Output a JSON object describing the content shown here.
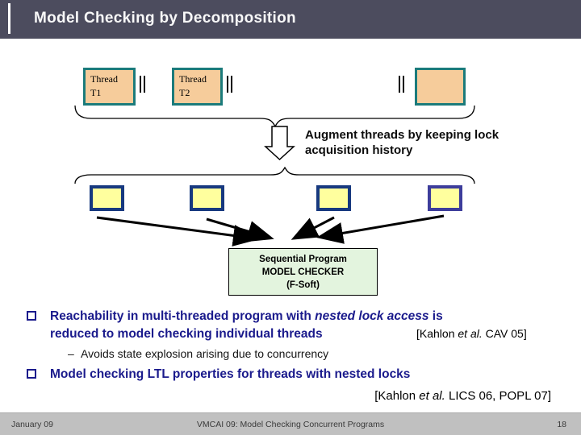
{
  "title": "Model Checking by Decomposition",
  "diagram": {
    "threads": [
      {
        "label": "Thread\nT1"
      },
      {
        "label": "Thread\nT2"
      },
      {
        "label": ""
      }
    ],
    "augment_caption": "Augment threads by keeping lock acquisition history",
    "checker": {
      "line1": "Sequential Program",
      "line2": "MODEL CHECKER",
      "line3": "(F-Soft)"
    }
  },
  "bullets": {
    "b1_line1_pre": "Reachability in multi-threaded program with ",
    "b1_line1_italic": "nested lock access",
    "b1_line1_end": " is",
    "b1_line2": "reduced to model checking individual threads",
    "b1_cite_pre": "[Kahlon ",
    "b1_cite_italic": "et al.",
    "b1_cite_post": " CAV 05]",
    "sub_dash": "–",
    "sub_text": "Avoids state explosion arising due to concurrency",
    "b2_text": "Model checking LTL properties for threads with nested locks",
    "cite2_pre": "[Kahlon ",
    "cite2_italic": "et al.",
    "cite2_post": " LICS 06, POPL 07]"
  },
  "footer": {
    "date": "January 09",
    "center": "VMCAI 09: Model Checking Concurrent Programs",
    "page": "18"
  },
  "colors": {
    "header_bg": "#4C4C5E",
    "thread_fill": "#F6CC9B",
    "thread_border": "#1B7B7B",
    "yellow_fill": "#FFFF9E",
    "yellow_border": "#17397F",
    "yellow_border_last": "#3D3D9B",
    "green_fill": "#E3F4DE",
    "navy_text": "#1A1A8C",
    "footer_bg": "#C0C0C0"
  }
}
